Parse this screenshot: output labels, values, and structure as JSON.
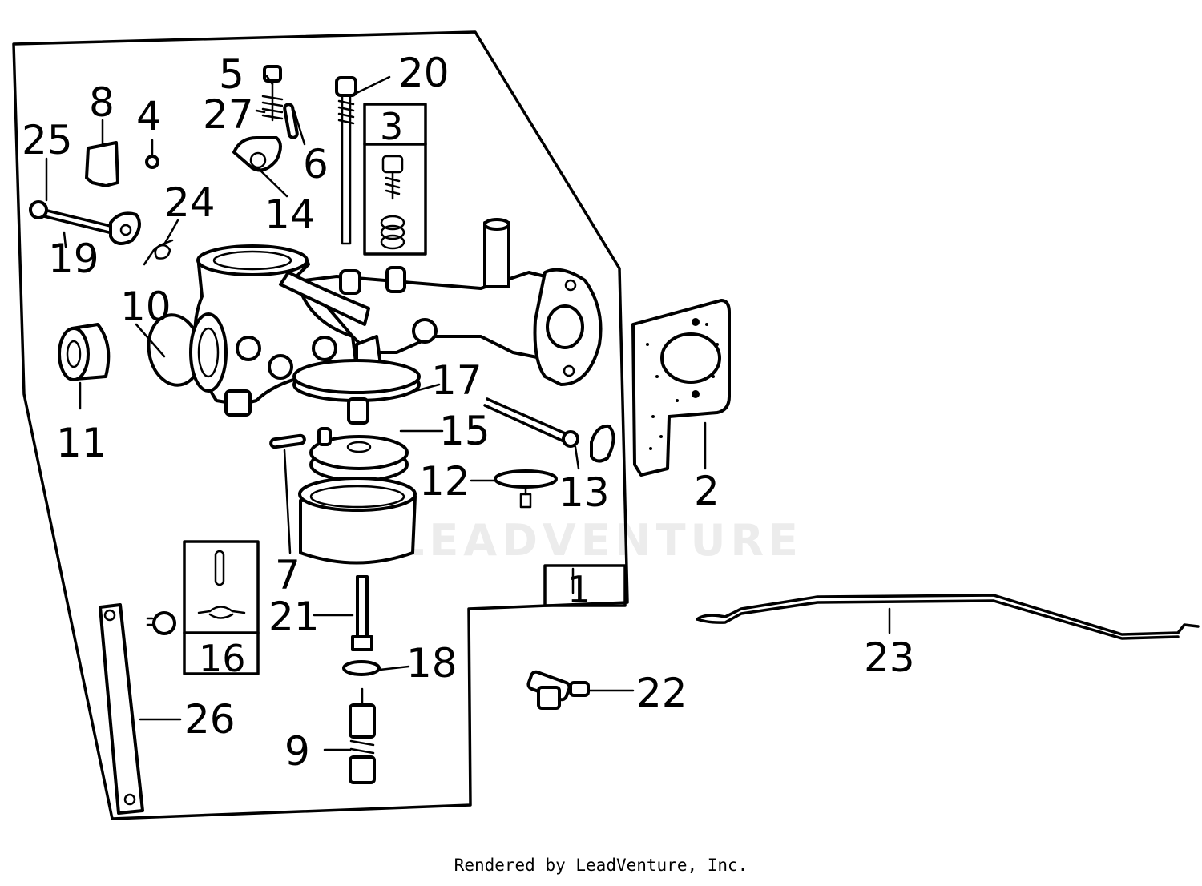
{
  "callouts": {
    "c1": "1",
    "c2": "2",
    "c3": "3",
    "c4": "4",
    "c5": "5",
    "c6": "6",
    "c7": "7",
    "c8": "8",
    "c9": "9",
    "c10": "10",
    "c11": "11",
    "c12": "12",
    "c13": "13",
    "c14": "14",
    "c15": "15",
    "c16": "16",
    "c17": "17",
    "c18": "18",
    "c19": "19",
    "c20": "20",
    "c21": "21",
    "c22": "22",
    "c23": "23",
    "c24": "24",
    "c25": "25",
    "c26": "26",
    "c27": "27"
  },
  "watermark": "LEADVENTURE",
  "footer": "Rendered by LeadVenture, Inc."
}
